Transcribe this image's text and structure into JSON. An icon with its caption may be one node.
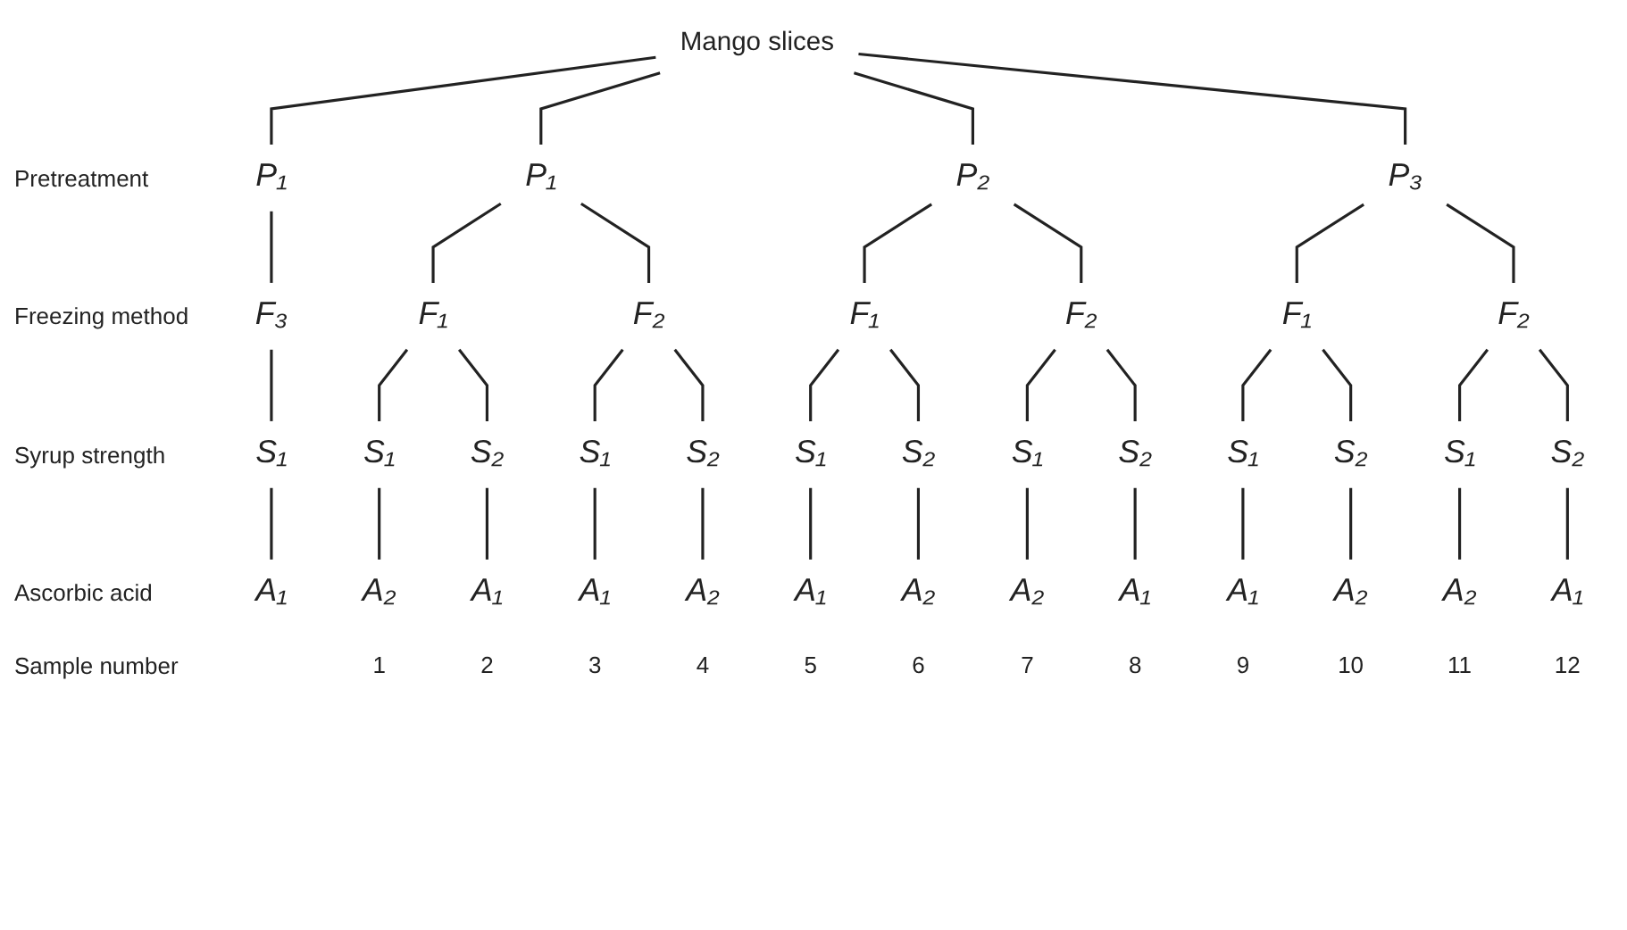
{
  "diagram": {
    "nodes": [
      {
        "text": [
          "Mango slices"
        ]
      },
      {
        "text": [
          "P₁"
        ]
      },
      {
        "text": [
          "P₁"
        ]
      },
      {
        "text": [
          "P₂"
        ]
      },
      {
        "text": [
          "P₃"
        ]
      },
      {
        "text": [
          "F₃"
        ]
      },
      {
        "text": [
          "F₁"
        ]
      },
      {
        "text": [
          "F₂"
        ]
      },
      {
        "text": [
          "F₁"
        ]
      },
      {
        "text": [
          "F₂"
        ]
      },
      {
        "text": [
          "F₁"
        ]
      },
      {
        "text": [
          "F₂"
        ]
      },
      {
        "text": [
          "S₁"
        ]
      },
      {
        "text": [
          "S₁"
        ]
      },
      {
        "text": [
          "S₂"
        ]
      },
      {
        "text": [
          "S₁"
        ]
      },
      {
        "text": [
          "S₂"
        ]
      },
      {
        "text": [
          "S₁"
        ]
      },
      {
        "text": [
          "S₂"
        ]
      },
      {
        "text": [
          "S₁"
        ]
      },
      {
        "text": [
          "S₂"
        ]
      },
      {
        "text": [
          "S₁"
        ]
      },
      {
        "text": [
          "S₂"
        ]
      },
      {
        "text": [
          "S₁"
        ]
      },
      {
        "text": [
          "S₂"
        ]
      },
      {
        "text": [
          "A₁"
        ]
      },
      {
        "text": [
          "A₂"
        ],
        "beside": [
          "1"
        ]
      },
      {
        "text": [
          "A₁"
        ],
        "beside": [
          "2"
        ]
      },
      {
        "text": [
          "A₁"
        ],
        "beside": [
          "3"
        ]
      },
      {
        "text": [
          "A₂"
        ],
        "beside": [
          "4"
        ]
      },
      {
        "text": [
          "A₁"
        ],
        "beside": [
          "5"
        ]
      },
      {
        "text": [
          "A₂"
        ],
        "beside": [
          "6"
        ]
      },
      {
        "text": [
          "A₂"
        ],
        "beside": [
          "7"
        ]
      },
      {
        "text": [
          "A₁"
        ],
        "beside": [
          "8"
        ]
      },
      {
        "text": [
          "A₁"
        ],
        "beside": [
          "9"
        ]
      },
      {
        "text": [
          "A₂"
        ],
        "beside": [
          "10"
        ]
      },
      {
        "text": [
          "A₂"
        ],
        "beside": [
          "11"
        ]
      },
      {
        "text": [
          "A₁"
        ],
        "beside": [
          "12"
        ]
      }
    ],
    "edges": [
      {
        "from": 0,
        "to": 1,
        "arrow": "none"
      },
      {
        "from": 0,
        "to": 2,
        "arrow": "none"
      },
      {
        "from": 0,
        "to": 3,
        "arrow": "none"
      },
      {
        "from": 0,
        "to": 4,
        "arrow": "none"
      },
      {
        "from": 1,
        "to": 5,
        "arrow": "none"
      },
      {
        "from": 2,
        "to": 6,
        "arrow": "none"
      },
      {
        "from": 2,
        "to": 7,
        "arrow": "none"
      },
      {
        "from": 3,
        "to": 8,
        "arrow": "none"
      },
      {
        "from": 3,
        "to": 9,
        "arrow": "none"
      },
      {
        "from": 4,
        "to": 10,
        "arrow": "none"
      },
      {
        "from": 4,
        "to": 11,
        "arrow": "none"
      },
      {
        "from": 5,
        "to": 12,
        "arrow": "none"
      },
      {
        "from": 6,
        "to": 13,
        "arrow": "none"
      },
      {
        "from": 6,
        "to": 14,
        "arrow": "none"
      },
      {
        "from": 7,
        "to": 15,
        "arrow": "none"
      },
      {
        "from": 7,
        "to": 16,
        "arrow": "none"
      },
      {
        "from": 8,
        "to": 17,
        "arrow": "none"
      },
      {
        "from": 8,
        "to": 18,
        "arrow": "none"
      },
      {
        "from": 9,
        "to": 19,
        "arrow": "none"
      },
      {
        "from": 9,
        "to": 20,
        "arrow": "none"
      },
      {
        "from": 10,
        "to": 21,
        "arrow": "none"
      },
      {
        "from": 10,
        "to": 22,
        "arrow": "none"
      },
      {
        "from": 11,
        "to": 23,
        "arrow": "none"
      },
      {
        "from": 11,
        "to": 24,
        "arrow": "none"
      },
      {
        "from": 12,
        "to": 25,
        "arrow": "none"
      },
      {
        "from": 13,
        "to": 26,
        "arrow": "none"
      },
      {
        "from": 14,
        "to": 27,
        "arrow": "none"
      },
      {
        "from": 15,
        "to": 28,
        "arrow": "none"
      },
      {
        "from": 16,
        "to": 29,
        "arrow": "none"
      },
      {
        "from": 17,
        "to": 30,
        "arrow": "none"
      },
      {
        "from": 18,
        "to": 31,
        "arrow": "none"
      },
      {
        "from": 19,
        "to": 32,
        "arrow": "none"
      },
      {
        "from": 20,
        "to": 33,
        "arrow": "none"
      },
      {
        "from": 21,
        "to": 34,
        "arrow": "none"
      },
      {
        "from": 22,
        "to": 35,
        "arrow": "none"
      },
      {
        "from": 23,
        "to": 36,
        "arrow": "none"
      },
      {
        "from": 24,
        "to": 37,
        "arrow": "none"
      }
    ],
    "labels": [
      "Pretreatment",
      "Freezing method",
      "Syrup strength",
      "Ascorbic acid",
      "Sample number"
    ]
  }
}
